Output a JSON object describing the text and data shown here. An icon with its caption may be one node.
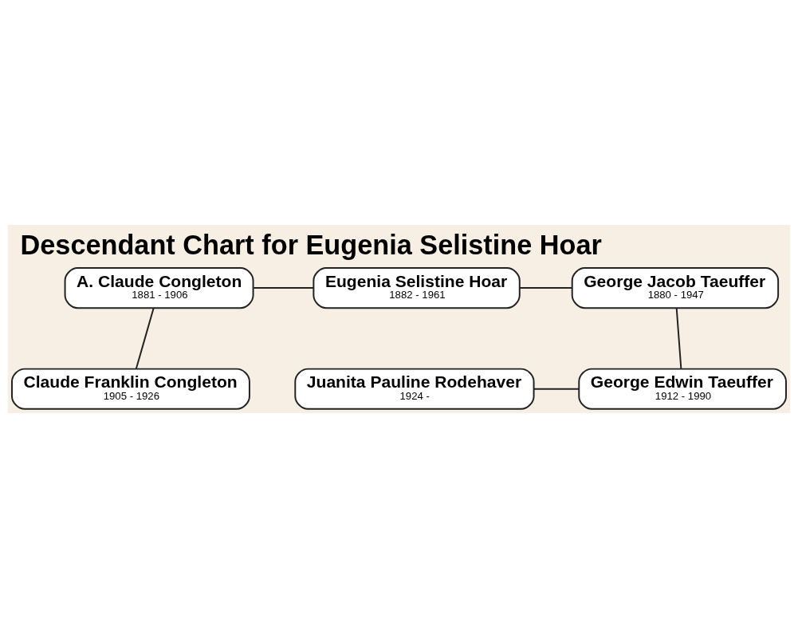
{
  "diagram": {
    "title": "Descendant Chart for Eugenia Selistine Hoar",
    "nodes": [
      {
        "text": [
          "A. Claude Congleton",
          "1881 - 1906"
        ]
      },
      {
        "text": [
          "Eugenia Selistine Hoar",
          "1882 - 1961"
        ]
      },
      {
        "text": [
          "George Jacob Taeuffer",
          "1880 - 1947"
        ]
      },
      {
        "text": [
          "Claude Franklin Congleton",
          "1905 - 1926"
        ]
      },
      {
        "text": [
          "Juanita Pauline Rodehaver",
          "1924 -"
        ]
      },
      {
        "text": [
          "George Edwin Taeuffer",
          "1912 - 1990"
        ]
      }
    ],
    "edges": [
      {
        "from": 0,
        "to": 1,
        "arrow": "none"
      },
      {
        "from": 1,
        "to": 2,
        "arrow": "none"
      },
      {
        "from": 0,
        "to": 3,
        "arrow": "none"
      },
      {
        "from": 2,
        "to": 5,
        "arrow": "none"
      },
      {
        "from": 4,
        "to": 5,
        "arrow": "none"
      }
    ]
  }
}
